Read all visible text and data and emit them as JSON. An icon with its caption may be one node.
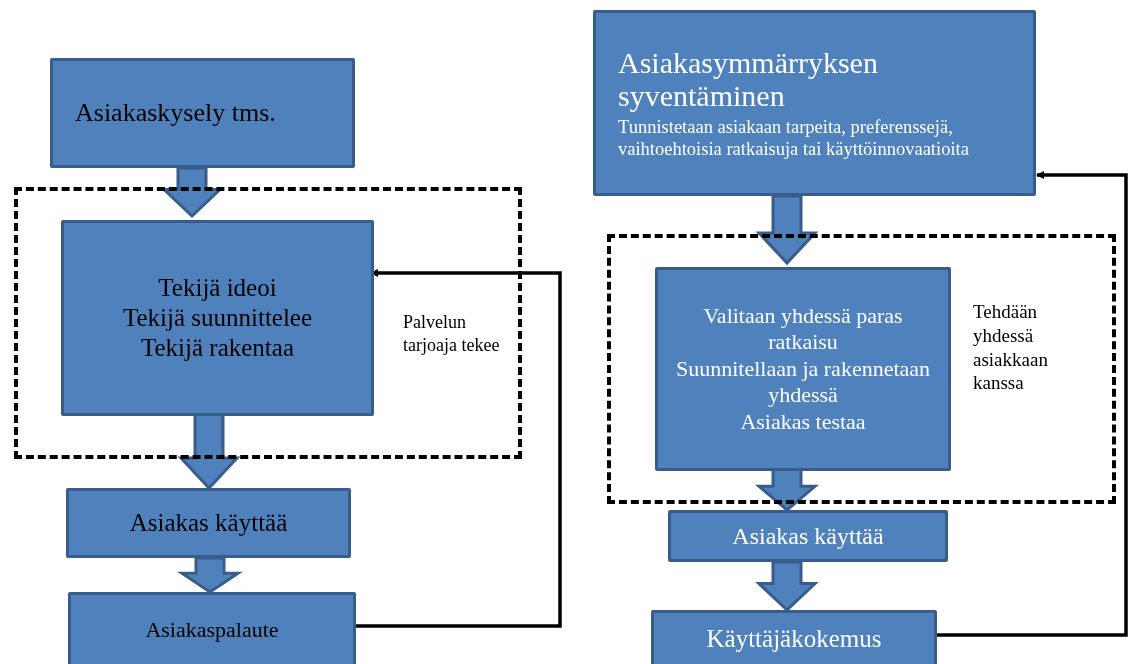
{
  "diagram": {
    "nodes": [
      {
        "text": [
          "Asiakaskysely tms."
        ]
      },
      {
        "text": [
          "Palvelun tarjoaja tekee"
        ]
      },
      {
        "text": [
          "Tekijä ideoi",
          "Tekijä suunnittelee",
          "Tekijä rakentaa"
        ],
        "in": 1
      },
      {
        "text": [
          "Asiakas käyttää"
        ]
      },
      {
        "text": [
          "Asiakaspalaute"
        ]
      },
      {
        "text": [
          "Asiakasymmärryksen syventäminen",
          "Tunnistetaan asiakaan tarpeita, preferenssejä, vaihtoehtoisia ratkaisuja tai käyttöinnovaatioita"
        ]
      },
      {
        "text": [
          "Tehdään yhdessä asiakkaan kanssa"
        ]
      },
      {
        "text": [
          "Valitaan yhdessä paras ratkaisu",
          "Suunnitellaan ja rakennetaan yhdessä",
          "Asiakas testaa"
        ],
        "in": 6
      },
      {
        "text": [
          "Asiakas käyttää"
        ]
      },
      {
        "text": [
          "Käyttäjäkokemus"
        ]
      }
    ],
    "edges": [
      {
        "from": 0,
        "to": 2,
        "arrow": "to"
      },
      {
        "from": 2,
        "to": 3,
        "arrow": "to"
      },
      {
        "from": 3,
        "to": 4,
        "arrow": "to"
      },
      {
        "from": 4,
        "to": 2,
        "arrow": "to",
        "color": "#000000"
      },
      {
        "from": 5,
        "to": 7,
        "arrow": "to"
      },
      {
        "from": 7,
        "to": 8,
        "arrow": "to"
      },
      {
        "from": 8,
        "to": 9,
        "arrow": "to"
      },
      {
        "from": 9,
        "to": 5,
        "arrow": "to",
        "color": "#000000"
      }
    ]
  }
}
